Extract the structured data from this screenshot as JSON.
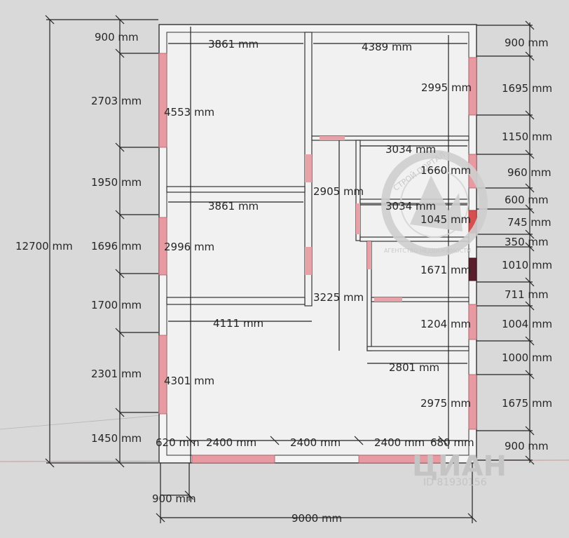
{
  "plan": {
    "overall_height": "12700 mm",
    "overall_width": "9000 mm",
    "left_offset": "900 mm",
    "left_chain": [
      "900 mm",
      "2703 mm",
      "1950 mm",
      "1696 mm",
      "1700 mm",
      "2301 mm",
      "1450 mm"
    ],
    "right_chain": [
      "900 mm",
      "1695 mm",
      "1150 mm",
      "960 mm",
      "600 mm",
      "745 mm",
      "350 mm",
      "1010 mm",
      "711 mm",
      "1004 mm",
      "1000 mm",
      "1675 mm",
      "900 mm"
    ],
    "bottom_chain": [
      "620 mm",
      "2400 mm",
      "2400 mm",
      "2400 mm",
      "680 mm"
    ],
    "room_labels": {
      "room1_width": "3861 mm",
      "room1_height": "4553 mm",
      "room2_width": "4389 mm",
      "room2_height": "2995 mm",
      "room3_width": "3861 mm",
      "room3_height": "2996 mm",
      "hall_height": "2905 mm",
      "hall_height2": "3225 mm",
      "bath1_width": "3034 mm",
      "bath1_height": "1660 mm",
      "bath2_width": "3034 mm",
      "bath2_height": "1045 mm",
      "small_room_height": "1671 mm",
      "small_room2_height": "1204 mm",
      "small_room_width": "2801 mm",
      "living_width": "4111 mm",
      "living_height": "4301 mm",
      "kitchen_height": "2975 mm"
    }
  },
  "watermarks": {
    "circle_text_top": "СТРОЙ ПОРТАЛ",
    "circle_text_bottom": "АГЕНТСТВО НЕДВИЖИМОСТИ",
    "brand": "ЦИАН",
    "id": "ID 81930156"
  },
  "colors": {
    "window": "#e89aa2",
    "dark_window": "#5a1e2b",
    "red_window": "#d65050"
  }
}
